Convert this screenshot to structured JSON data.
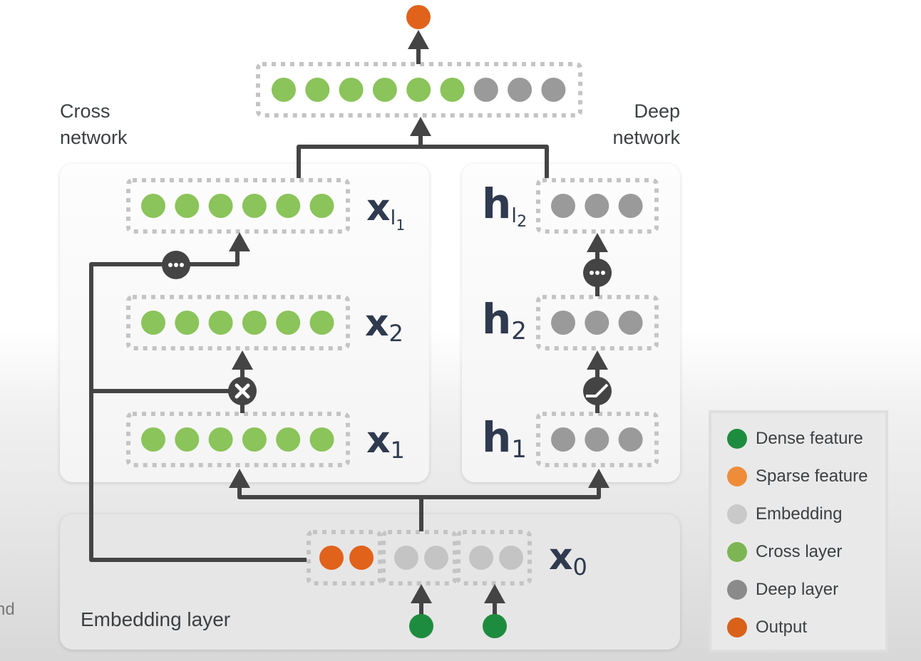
{
  "colors": {
    "dense_feature": "#1e8c3e",
    "sparse_feature": "#ef8c3a",
    "embedding": "#bdbdbd",
    "cross_layer": "#8bc45a",
    "deep_layer": "#9a9a9a",
    "output": "#e0621b",
    "arrow": "#444444",
    "dotted_border": "#c4c4c4"
  },
  "labels": {
    "cross_network_line1": "Cross",
    "cross_network_line2": "network",
    "deep_network_line1": "Deep",
    "deep_network_line2": "network",
    "embedding_layer": "Embedding layer",
    "cut_off_text": "nd"
  },
  "variables": {
    "x_l1": {
      "base": "x",
      "sub": "l",
      "subsub": "1"
    },
    "x2": {
      "base": "x",
      "sub": "2"
    },
    "x1": {
      "base": "x",
      "sub": "1"
    },
    "x0": {
      "base": "x",
      "sub": "0"
    },
    "h_l2": {
      "base": "h",
      "sub": "l",
      "subsub": "2"
    },
    "h2": {
      "base": "h",
      "sub": "2"
    },
    "h1": {
      "base": "h",
      "sub": "1"
    }
  },
  "layers": {
    "combined": {
      "cross_nodes": 6,
      "deep_nodes": 3
    },
    "cross": [
      {
        "name": "x_l1",
        "nodes": 6
      },
      {
        "name": "x2",
        "nodes": 6
      },
      {
        "name": "x1",
        "nodes": 6
      }
    ],
    "deep": [
      {
        "name": "h_l2",
        "nodes": 3
      },
      {
        "name": "h2",
        "nodes": 3
      },
      {
        "name": "h1",
        "nodes": 3
      }
    ],
    "x0_groups": [
      {
        "type": "output",
        "nodes": 2
      },
      {
        "type": "embedding",
        "nodes": 2
      },
      {
        "type": "embedding",
        "nodes": 2
      }
    ],
    "dense_inputs": 2
  },
  "operators": {
    "cross_repeat": "ellipsis",
    "cross_op": "multiply",
    "deep_repeat": "ellipsis",
    "deep_activation": "relu"
  },
  "legend": [
    {
      "label": "Dense feature",
      "color_key": "dense_feature"
    },
    {
      "label": "Sparse feature",
      "color_key": "sparse_feature"
    },
    {
      "label": "Embedding",
      "color_key": "embedding"
    },
    {
      "label": "Cross layer",
      "color_key": "cross_layer"
    },
    {
      "label": "Deep layer",
      "color_key": "deep_layer"
    },
    {
      "label": "Output",
      "color_key": "output"
    }
  ]
}
